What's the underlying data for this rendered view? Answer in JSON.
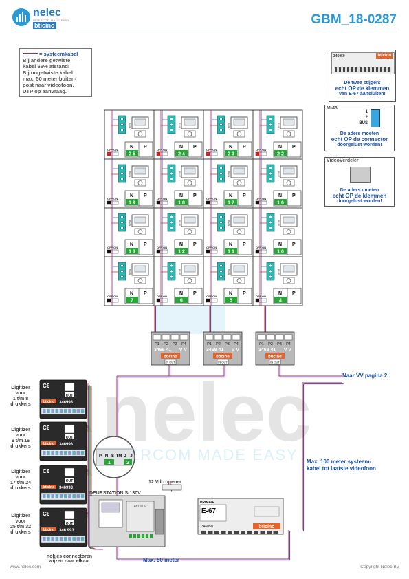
{
  "header": {
    "logo_name": "nelec",
    "logo_tagline": "INTERCOM MADE EASY",
    "logo_brand": "bticino",
    "doc_id": "GBM_18-0287"
  },
  "note": {
    "legend": "= systeemkabel",
    "lines": [
      "Bij andere getwiste",
      "kabel 66% afstand!",
      "Bij ongetwiste kabel",
      "max. 50 meter buiten-",
      "post naar videofoon.",
      "UTP op aanvraag."
    ]
  },
  "callouts": {
    "top": {
      "code": "346050",
      "brand": "bticino",
      "l1": "De twee stijgers",
      "l2": "echt OP de klemmen",
      "l3": "van E-67 aansluiten!"
    },
    "m43": {
      "title": "M-43",
      "pin1": "1",
      "pin2": "2",
      "pin3": "BUS",
      "l1": "De aders moeten",
      "l2": "echt OP de connector",
      "l3": "doorgelust worden!"
    },
    "vv": {
      "title": "VideoVerdeler",
      "l1": "De aders moeten",
      "l2": "echt OP de klemmen",
      "l3": "doorgelust worden!"
    }
  },
  "phones": {
    "rows": [
      [
        "25",
        "24",
        "23",
        "22"
      ],
      [
        "19",
        "18",
        "17",
        "16"
      ],
      [
        "13",
        "12",
        "11",
        "10"
      ],
      [
        "7",
        "6",
        "5",
        "4"
      ]
    ],
    "offon": "OFF ON",
    "n": "N",
    "p": "P",
    "bus": "BUS"
  },
  "distributors": [
    {
      "ports": [
        "P1",
        "P2",
        "P3",
        "P4"
      ],
      "model": "3468 41",
      "vv": "V V",
      "brand": "bticino",
      "inlabel": "IN OUT"
    },
    {
      "ports": [
        "P1",
        "P2",
        "P3",
        "P4"
      ],
      "model": "3468 41",
      "vv": "V V",
      "brand": "bticino",
      "inlabel": "IN OUT"
    },
    {
      "ports": [
        "P1",
        "P2",
        "P3",
        "P4"
      ],
      "model": "3468 41",
      "vv": "V V",
      "brand": "bticino",
      "inlabel": "IN OUT"
    }
  ],
  "labels": {
    "vv_next": "Naar VV pagina 2",
    "max100_1": "Max. 100 meter systeem-",
    "max100_2": "kabel tot laatste videofoon",
    "max50": "Max. 50 meter",
    "opener": "12 Vdc opener",
    "deurstation": "DEURSTATION S-130V",
    "nokjes_1": "nokjes connectoren",
    "nokjes_2": "wijzen naar elkaar",
    "deur_code": "ARTISTIC",
    "zoom_pins": [
      "P",
      "N",
      "S",
      "TM",
      "J",
      "J"
    ],
    "zoom_nums": [
      "1",
      "2"
    ]
  },
  "digitizers": [
    {
      "l1": "Digitizer",
      "l2": "voor",
      "l3": "1 t/m 8",
      "l4": "drukkers",
      "code": "346993",
      "brand": "bticino",
      "out": "OUT",
      "in": "IN"
    },
    {
      "l1": "Digitizer",
      "l2": "voor",
      "l3": "9 t/m 16",
      "l4": "drukkers",
      "code": "346993",
      "brand": "bticino",
      "out": "OUT",
      "in": "IN"
    },
    {
      "l1": "Digitizer",
      "l2": "voor",
      "l3": "17 t/m 24",
      "l4": "drukkers",
      "code": "346993",
      "brand": "bticino",
      "out": "OUT",
      "in": "IN"
    },
    {
      "l1": "Digitizer",
      "l2": "voor",
      "l3": "25 t/m 32",
      "l4": "drukkers",
      "code": "346 993",
      "brand": "bticino",
      "out": "OUT",
      "in": "IN"
    }
  ],
  "psu": {
    "title": "PRIMAIR",
    "model": "E-67",
    "code": "346050",
    "brand": "bticino"
  },
  "watermark": {
    "name": "nelec",
    "tagline": "INTERCOM MADE EASY"
  },
  "footer": {
    "left": "www.nelec.com",
    "right": "Copyright Nelec BV"
  },
  "colors": {
    "accent": "#2a9ad6",
    "label_blue": "#1d4fa0",
    "wire_red": "#cc2233",
    "wire_blue": "#3344aa",
    "terminal_green": "#27a536",
    "phone_teal": "#2ab8b0",
    "brand_orange": "#e8622a"
  }
}
